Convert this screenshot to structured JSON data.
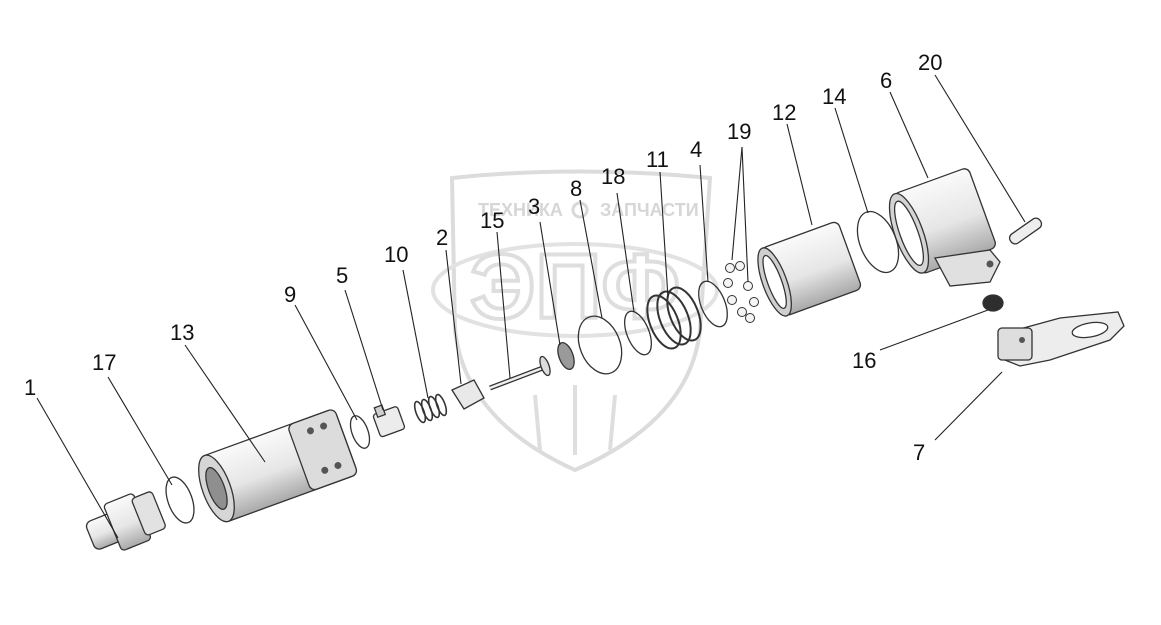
{
  "watermark": {
    "left_text": "ТЕХНИКА",
    "right_text": "ЗАПЧАСТИ",
    "logo": "ЭПФ"
  },
  "callouts": [
    {
      "id": "c1",
      "label": "1"
    },
    {
      "id": "c17",
      "label": "17"
    },
    {
      "id": "c13",
      "label": "13"
    },
    {
      "id": "c9",
      "label": "9"
    },
    {
      "id": "c5",
      "label": "5"
    },
    {
      "id": "c10",
      "label": "10"
    },
    {
      "id": "c2",
      "label": "2"
    },
    {
      "id": "c15",
      "label": "15"
    },
    {
      "id": "c3",
      "label": "3"
    },
    {
      "id": "c8",
      "label": "8"
    },
    {
      "id": "c18",
      "label": "18"
    },
    {
      "id": "c11",
      "label": "11"
    },
    {
      "id": "c4",
      "label": "4"
    },
    {
      "id": "c19",
      "label": "19"
    },
    {
      "id": "c12",
      "label": "12"
    },
    {
      "id": "c14",
      "label": "14"
    },
    {
      "id": "c6",
      "label": "6"
    },
    {
      "id": "c20",
      "label": "20"
    },
    {
      "id": "c16",
      "label": "16"
    },
    {
      "id": "c7",
      "label": "7"
    }
  ],
  "colors": {
    "part_fill": "#f4f4f4",
    "part_shade": "#bdbdbd",
    "line": "#222222",
    "watermark": "#d9d9d9"
  }
}
